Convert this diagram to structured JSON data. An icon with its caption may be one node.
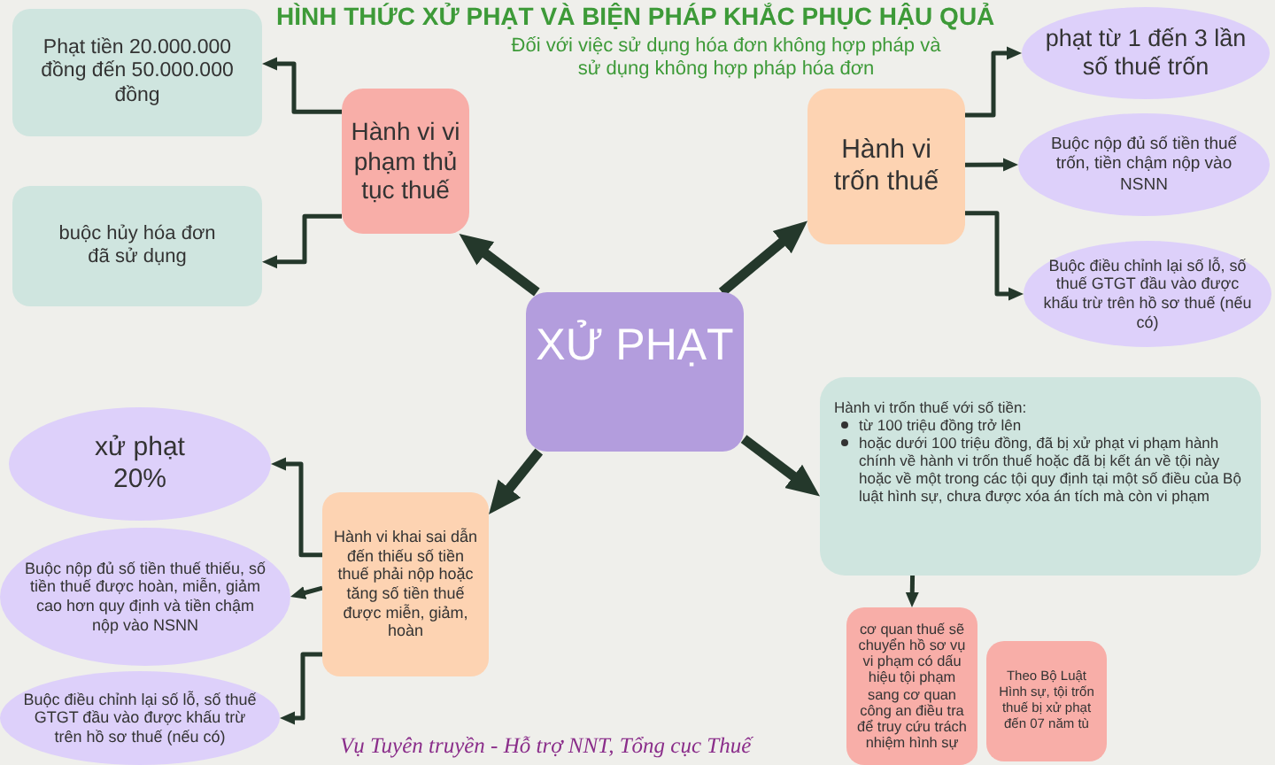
{
  "diagram": {
    "title": "HÌNH THỨC XỬ PHẠT VÀ BIỆN PHÁP KHẮC PHỤC HẬU QUẢ",
    "nodes": [
      {
        "text": [
          "XỬ PHẠT"
        ]
      },
      {
        "text": [
          "Hành vi vi phạm thủ tục thuế"
        ]
      },
      {
        "text": [
          "Phạt tiền 20.000.000 đồng đến 50.000.000 đồng"
        ]
      },
      {
        "text": [
          "buộc hủy hóa đơn đã sử dụng"
        ]
      },
      {
        "text": [
          "Hành vi trốn thuế"
        ]
      },
      {
        "text": [
          "phạt từ 1 đến 3 lần số thuế trốn"
        ]
      },
      {
        "text": [
          "Buộc nộp đủ số tiền thuế trốn, tiền chậm nộp vào NSNN"
        ]
      },
      {
        "text": [
          "Buộc điều chỉnh lại số lỗ, số thuế GTGT đầu vào được khấu trừ trên hồ sơ thuế (nếu có)"
        ]
      },
      {
        "text": [
          "Hành vi khai sai dẫn đến thiếu số tiền thuế phải nộp hoặc tăng số tiền thuế được miễn, giảm, hoàn"
        ]
      },
      {
        "text": [
          "xử phạt 20%"
        ]
      },
      {
        "text": [
          "Buộc nộp đủ số tiền thuế thiếu, số tiền thuế được hoàn, miễn, giảm cao hơn quy định và tiền chậm nộp vào NSNN"
        ]
      },
      {
        "text": [
          "Buộc điều chỉnh lại số lỗ, số thuế GTGT đầu vào được khấu trừ trên hồ sơ thuế (nếu có)"
        ]
      },
      {
        "text": [
          "Hành vi trốn thuế với số tiền:",
          "từ 100 triệu đồng trở lên",
          "hoặc dưới 100 triệu đồng, đã bị xử phạt vi phạm hành chính về hành vi trốn thuế hoặc đã bị kết án về tội này hoặc về một trong các tội quy định tại một số điều của Bộ luật hình sự, chưa được xóa án tích mà còn vi phạm"
        ]
      },
      {
        "text": [
          "cơ quan thuế sẽ chuyển hồ sơ vụ vi phạm có dấu hiệu tội phạm sang cơ quan công an điều tra để truy cứu trách nhiệm hình sự"
        ]
      },
      {
        "text": [
          "Theo Bộ Luật Hình sự, tội trốn thuế bị xử phạt đến 07 năm tù"
        ]
      }
    ],
    "edges": [
      {
        "from": 0,
        "to": 1,
        "arrow": "to",
        "style": "thick"
      },
      {
        "from": 0,
        "to": 4,
        "arrow": "to",
        "style": "thick"
      },
      {
        "from": 0,
        "to": 8,
        "arrow": "to",
        "style": "thick"
      },
      {
        "from": 0,
        "to": 12,
        "arrow": "to",
        "style": "thick"
      },
      {
        "from": 1,
        "to": 2,
        "arrow": "to"
      },
      {
        "from": 1,
        "to": 3,
        "arrow": "to"
      },
      {
        "from": 4,
        "to": 5,
        "arrow": "to"
      },
      {
        "from": 4,
        "to": 6,
        "arrow": "to"
      },
      {
        "from": 4,
        "to": 7,
        "arrow": "to"
      },
      {
        "from": 8,
        "to": 9,
        "arrow": "to"
      },
      {
        "from": 8,
        "to": 10,
        "arrow": "to"
      },
      {
        "from": 8,
        "to": 11,
        "arrow": "to"
      },
      {
        "from": 12,
        "to": 13,
        "arrow": "to"
      }
    ],
    "labels": [
      "Đối với việc sử dụng hóa đơn không hợp pháp và sử dụng không hợp pháp hóa đơn",
      "Vụ Tuyên truyền - Hỗ trợ NNT, Tổng cục Thuế"
    ]
  }
}
